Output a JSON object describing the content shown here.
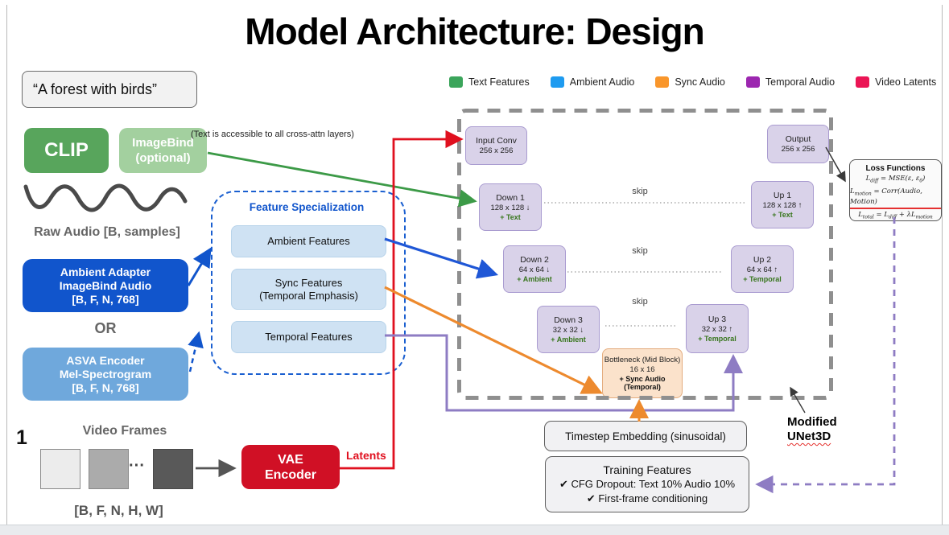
{
  "slide": {
    "title": "Model Architecture: Design",
    "page_number": "1"
  },
  "legend": {
    "items": [
      {
        "label": "Text Features",
        "color": "#3BA55B"
      },
      {
        "label": "Ambient Audio",
        "color": "#1E9BF0"
      },
      {
        "label": "Sync Audio",
        "color": "#F9962B"
      },
      {
        "label": "Temporal Audio",
        "color": "#9C27B0"
      },
      {
        "label": "Video Latents",
        "color": "#EB1555"
      }
    ]
  },
  "prompt": {
    "text": "“A forest with birds”"
  },
  "text_encoders": {
    "clip": "CLIP",
    "imagebind_1": "ImageBind",
    "imagebind_2": "(optional)",
    "crossattn_note": "(Text is accessible to all cross-attn layers)"
  },
  "audio": {
    "raw_label": "Raw Audio [B, samples]",
    "ambient_1": "Ambient Adapter",
    "ambient_2": "ImageBind Audio",
    "ambient_3": "[B, F, N, 768]",
    "or_label": "OR",
    "asva_1": "ASVA Encoder",
    "asva_2": "Mel-Spectrogram",
    "asva_3": "[B, F, N, 768]"
  },
  "video": {
    "frames_label": "Video Frames",
    "ellipsis": "···",
    "shape_label": "[B, F, N, H, W]",
    "vae_1": "VAE",
    "vae_2": "Encoder",
    "latents_label": "Latents"
  },
  "feature_specialization": {
    "title": "Feature Specialization",
    "ambient_label": "Ambient Features",
    "sync_label_1": "Sync Features",
    "sync_label_2": "(Temporal Emphasis)",
    "temporal_label": "Temporal Features"
  },
  "unet": {
    "skip_label": "skip",
    "label_1": "Modified",
    "label_2": "UNet3D",
    "nodes": {
      "input_conv": {
        "title": "Input Conv",
        "size": "256 x 256"
      },
      "output": {
        "title": "Output",
        "size": "256 x 256"
      },
      "down1": {
        "title": "Down 1",
        "size": "128 x 128 ↓",
        "cond": "+ Text"
      },
      "up1": {
        "title": "Up 1",
        "size": "128 x 128 ↑",
        "cond": "+ Text"
      },
      "down2": {
        "title": "Down 2",
        "size": "64 x 64 ↓",
        "cond": "+ Ambient"
      },
      "up2": {
        "title": "Up 2",
        "size": "64 x 64 ↑",
        "cond": "+ Temporal"
      },
      "down3": {
        "title": "Down 3",
        "size": "32 x 32 ↓",
        "cond": "+ Ambient"
      },
      "up3": {
        "title": "Up 3",
        "size": "32 x 32 ↑",
        "cond": "+ Temporal"
      },
      "bottleneck": {
        "title": "Bottleneck (Mid Block)",
        "size": "16 x 16",
        "cond": "+ Sync Audio (Temporal)"
      }
    }
  },
  "loss": {
    "title": "Loss Functions",
    "eq1": {
      "a": "L",
      "a_sub": "diff",
      "b": " = MSE(ε, ε",
      "b_sub": "θ",
      "c": ")"
    },
    "eq2": {
      "a": "L",
      "a_sub": "motion",
      "b": " = Corr(Audio, Motion)"
    },
    "eq3": {
      "a": "L",
      "a_sub": "total",
      "b": " = L",
      "b_sub": "diff",
      "c": " + λL",
      "c_sub": "motion"
    }
  },
  "timestep": {
    "label": "Timestep Embedding (sinusoidal)"
  },
  "training": {
    "title": "Training Features",
    "item_1": "✔ CFG Dropout: Text 10% Audio 10%",
    "item_2": "✔ First-frame conditioning"
  },
  "colors": {
    "clip_green": "#58A55C",
    "imagebind_green": "#A3D09F",
    "adapter_blue": "#1155CC",
    "asva_blue": "#6FA8DC",
    "vae_red": "#D01025",
    "latents_red": "#E0101F",
    "unet_node_purple": "#D9D2E9",
    "bottleneck_peach": "#FBE2CB",
    "feature_box_blue": "#CFE2F3",
    "cond_green": "#38761D",
    "purple_line": "#8E7CC3"
  }
}
